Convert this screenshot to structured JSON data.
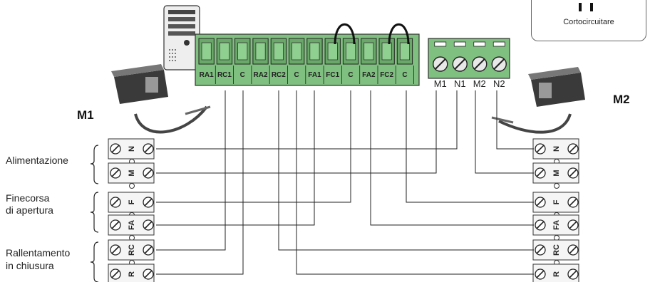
{
  "legend": {
    "text": "Cortocircuitare"
  },
  "motors": {
    "left": "M1",
    "right": "M2"
  },
  "groups": {
    "power": "Alimentazione",
    "limit_line1": "Finecorsa",
    "limit_line2": "di apertura",
    "slow_line1": "Rallentamento",
    "slow_line2": "in chiusura"
  },
  "green_terminals": [
    "RA1",
    "RC1",
    "C",
    "RA2",
    "RC2",
    "C",
    "FA1",
    "FC1",
    "C",
    "FA2",
    "FC2",
    "C"
  ],
  "screw_terminals": [
    "M1",
    "N1",
    "M2",
    "N2"
  ],
  "motor_terminals": [
    "N",
    "M",
    "F",
    "FA",
    "RC",
    "R"
  ]
}
